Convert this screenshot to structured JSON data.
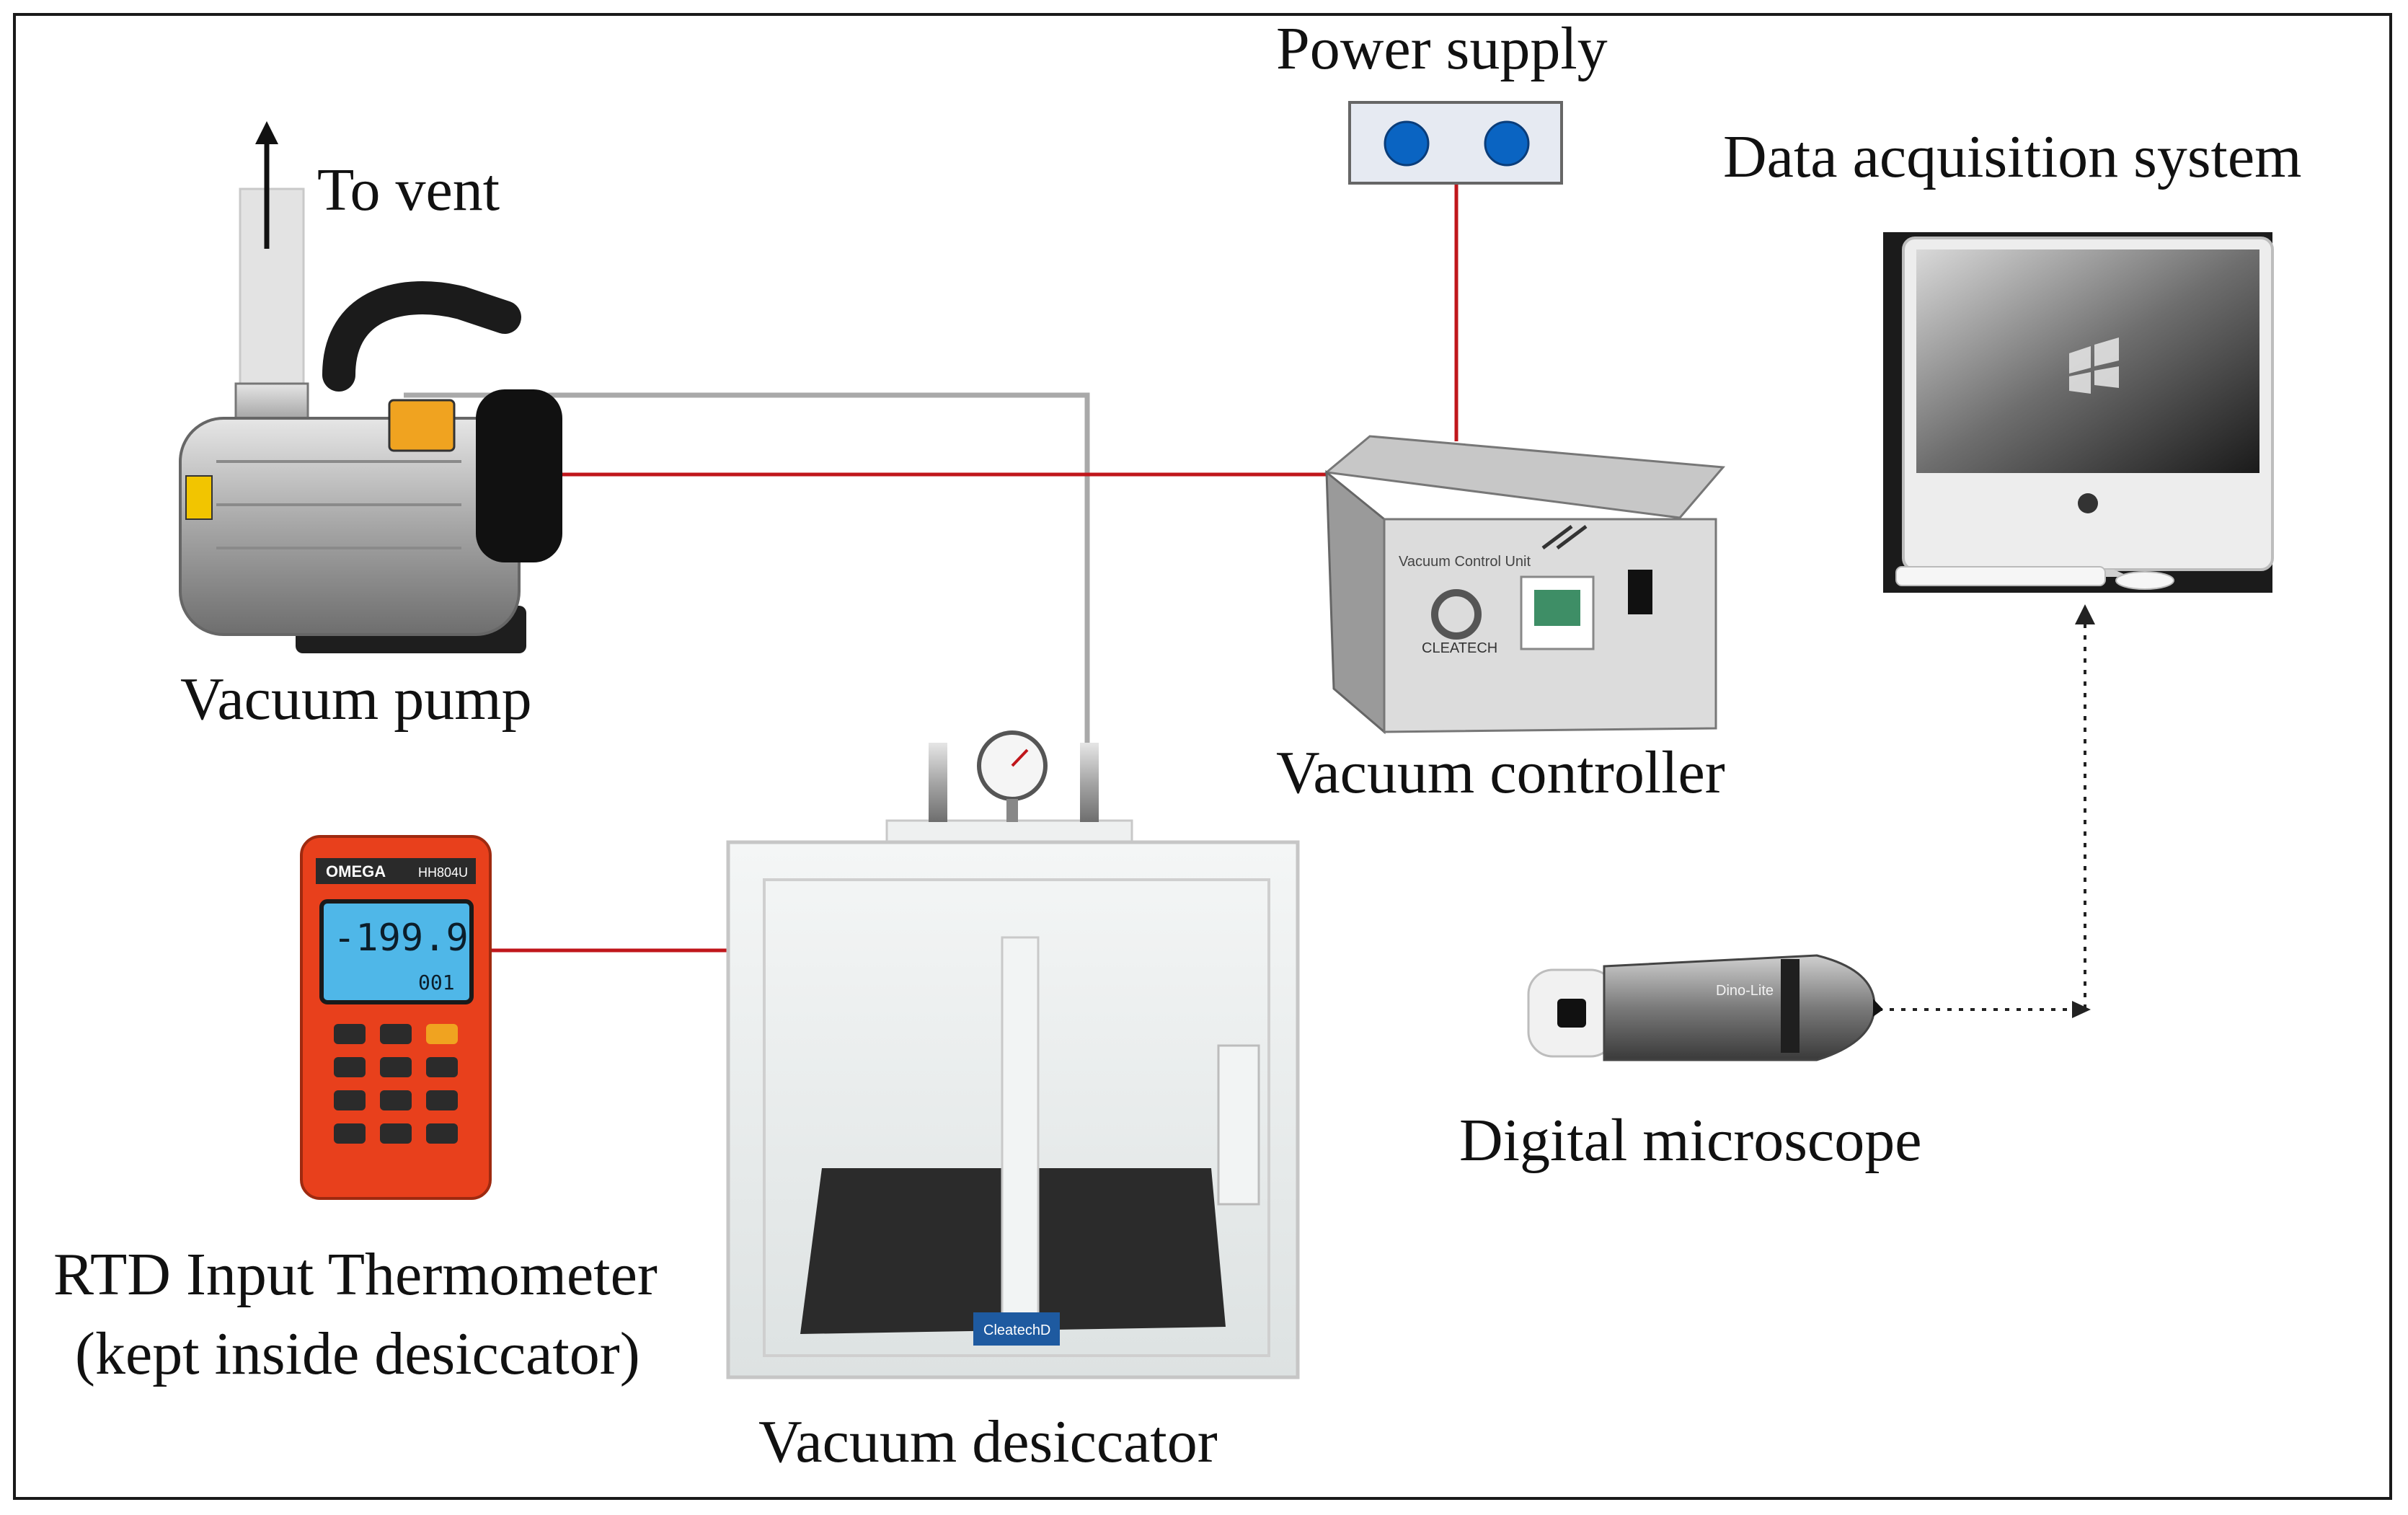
{
  "labels": {
    "to_vent": "To vent",
    "vacuum_pump": "Vacuum pump",
    "power_supply": "Power supply",
    "data_acquisition": "Data acquisition system",
    "vacuum_controller": "Vacuum controller",
    "thermometer_line1": "RTD Input Thermometer",
    "thermometer_line2": "(kept inside desiccator)",
    "vacuum_desiccator": "Vacuum desiccator",
    "digital_microscope": "Digital microscope"
  },
  "devices": {
    "thermometer_brand": "OMEGA",
    "thermometer_model": "HH804U",
    "thermometer_reading": "-199.9",
    "thermometer_sub_reading": "001",
    "controller_title": "Vacuum Control Unit",
    "controller_brand": "CLEATECH",
    "desiccator_brand": "CleatechD",
    "microscope_brand": "Dino-Lite"
  },
  "colors": {
    "power_line": "#c0161b",
    "vacuum_hose": "#a9a9a9",
    "data_link": "#222222",
    "power_supply_button": "#0a64c2",
    "thermometer_body": "#e8401c",
    "thermometer_screen": "#4fb7e8"
  }
}
